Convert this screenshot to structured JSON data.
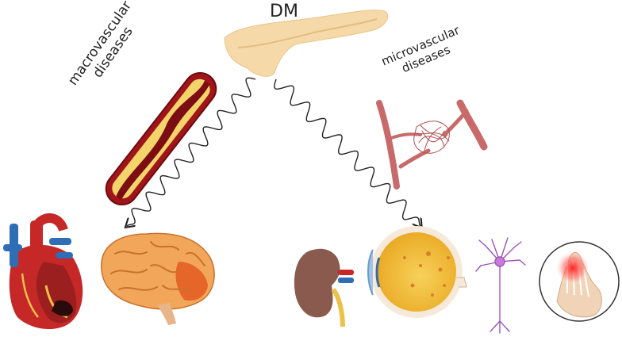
{
  "diagram": {
    "title": "DM",
    "macro_label_line1": "macrovascular",
    "macro_label_line2": "diseases",
    "micro_label_line1": "microvascular",
    "micro_label_line2": "diseases"
  },
  "colors": {
    "pancreas": "#f5d9a8",
    "artery_wall": "#a0151a",
    "plaque": "#f2d46b",
    "vessel_micro": "#c86a6a",
    "heart_red": "#c62828",
    "heart_blue": "#2f6db5",
    "brain": "#f2a65a",
    "kidney": "#8a5a4e",
    "eye_yellow": "#f5c23c",
    "neuron": "#b066c6",
    "foot_glow": "#ff2a2a"
  },
  "icons": [
    "pancreas-icon",
    "artery-icon",
    "capillary-icon",
    "heart-icon",
    "brain-icon",
    "kidney-icon",
    "eye-icon",
    "neuron-icon",
    "foot-icon"
  ]
}
